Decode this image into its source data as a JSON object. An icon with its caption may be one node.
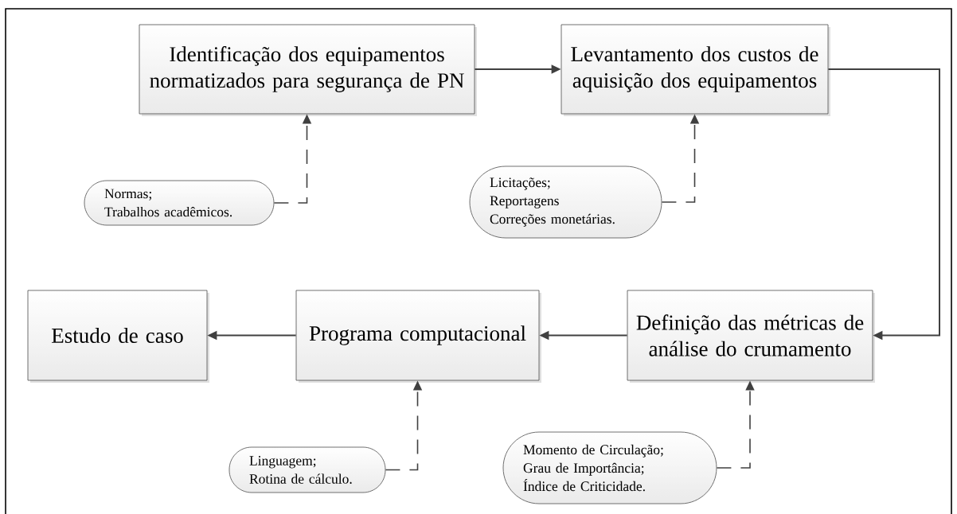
{
  "diagram": {
    "nodes": [
      {
        "text": [
          "Identificação dos equipamentos normatizados para segurança de PN"
        ]
      },
      {
        "text": [
          "Levantamento dos custos de aquisição dos equipamentos"
        ]
      },
      {
        "text": [
          "Normas;",
          "Trabalhos acadêmicos."
        ]
      },
      {
        "text": [
          "Licitações;",
          "Reportagens",
          "Correções monetárias."
        ]
      },
      {
        "text": [
          "Estudo de caso"
        ]
      },
      {
        "text": [
          "Programa computacional"
        ]
      },
      {
        "text": [
          "Definição das métricas de análise do crumamento"
        ]
      },
      {
        "text": [
          "Linguagem;",
          "Rotina de cálculo."
        ]
      },
      {
        "text": [
          "Momento de Circulação;",
          "Grau de Importância;",
          "Índice de Criticidade."
        ]
      }
    ],
    "edges": [
      {
        "from": 0,
        "to": 1,
        "arrow": "to"
      },
      {
        "from": 1,
        "to": 6,
        "arrow": "to"
      },
      {
        "from": 2,
        "to": 0,
        "arrow": "to",
        "style": "dashed"
      },
      {
        "from": 3,
        "to": 1,
        "arrow": "to",
        "style": "dashed"
      },
      {
        "from": 6,
        "to": 5,
        "arrow": "to"
      },
      {
        "from": 5,
        "to": 4,
        "arrow": "to"
      },
      {
        "from": 7,
        "to": 5,
        "arrow": "to",
        "style": "dashed"
      },
      {
        "from": 8,
        "to": 6,
        "arrow": "to",
        "style": "dashed"
      }
    ]
  }
}
